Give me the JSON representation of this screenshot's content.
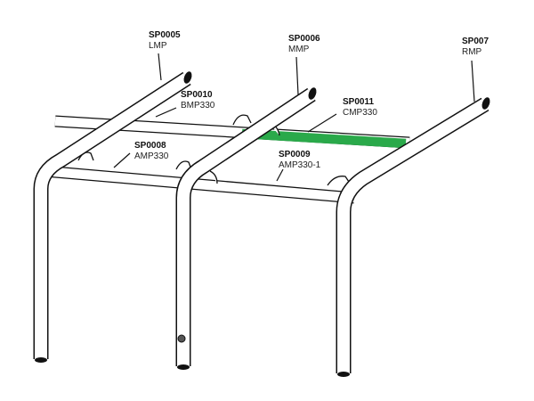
{
  "parts": [
    {
      "code": "SP0005",
      "name": "LMP"
    },
    {
      "code": "SP0006",
      "name": "MMP"
    },
    {
      "code": "SP007",
      "name": "RMP"
    },
    {
      "code": "SP0010",
      "name": "BMP330"
    },
    {
      "code": "SP0011",
      "name": "CMP330"
    },
    {
      "code": "SP0008",
      "name": "AMP330"
    },
    {
      "code": "SP0009",
      "name": "AMP330-1"
    }
  ],
  "colors": {
    "highlight": "#2aa94a",
    "line": "#111111"
  }
}
